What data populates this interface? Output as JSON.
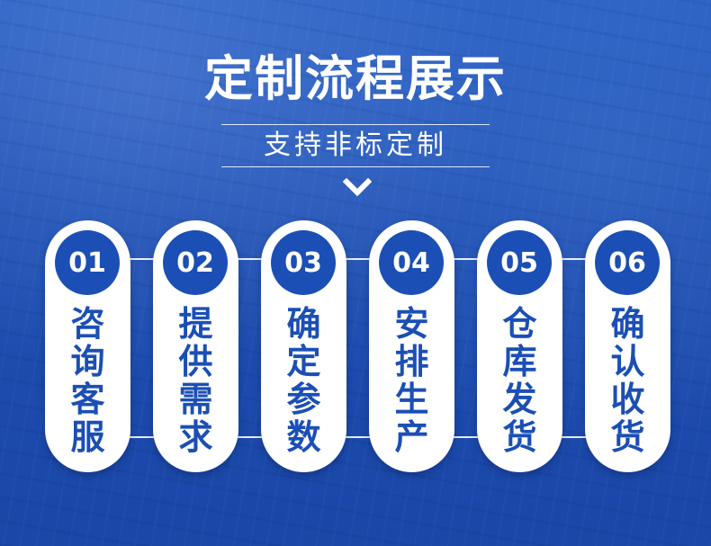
{
  "title": "定制流程展示",
  "subtitle": "支持非标定制",
  "steps": [
    {
      "number": "01",
      "label": [
        "咨",
        "询",
        "客",
        "服"
      ]
    },
    {
      "number": "02",
      "label": [
        "提",
        "供",
        "需",
        "求"
      ]
    },
    {
      "number": "03",
      "label": [
        "确",
        "定",
        "参",
        "数"
      ]
    },
    {
      "number": "04",
      "label": [
        "安",
        "排",
        "生",
        "产"
      ]
    },
    {
      "number": "05",
      "label": [
        "仓",
        "库",
        "发",
        "货"
      ]
    },
    {
      "number": "06",
      "label": [
        "确",
        "认",
        "收",
        "货"
      ]
    }
  ],
  "colors": {
    "primary_blue": "#1b4fb5",
    "white": "#ffffff"
  },
  "icons": {
    "arrow": "chevron-down-icon"
  }
}
